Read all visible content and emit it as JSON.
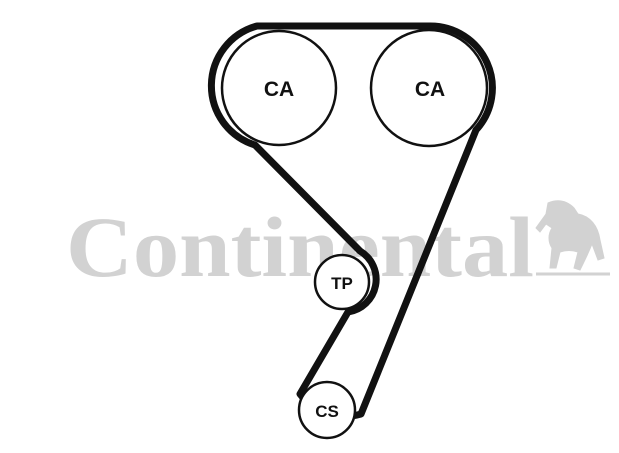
{
  "watermark": {
    "brand": "Continental",
    "color": "#d2d2d2"
  },
  "belt": {
    "color": "#111111"
  },
  "pulleys": {
    "cam_left": {
      "label": "CA"
    },
    "cam_right": {
      "label": "CA"
    },
    "tensioner": {
      "label": "TP"
    },
    "crankshaft": {
      "label": "CS"
    }
  },
  "colors": {
    "background": "#ffffff",
    "outline": "#111111",
    "pulley_fill": "#ffffff"
  }
}
